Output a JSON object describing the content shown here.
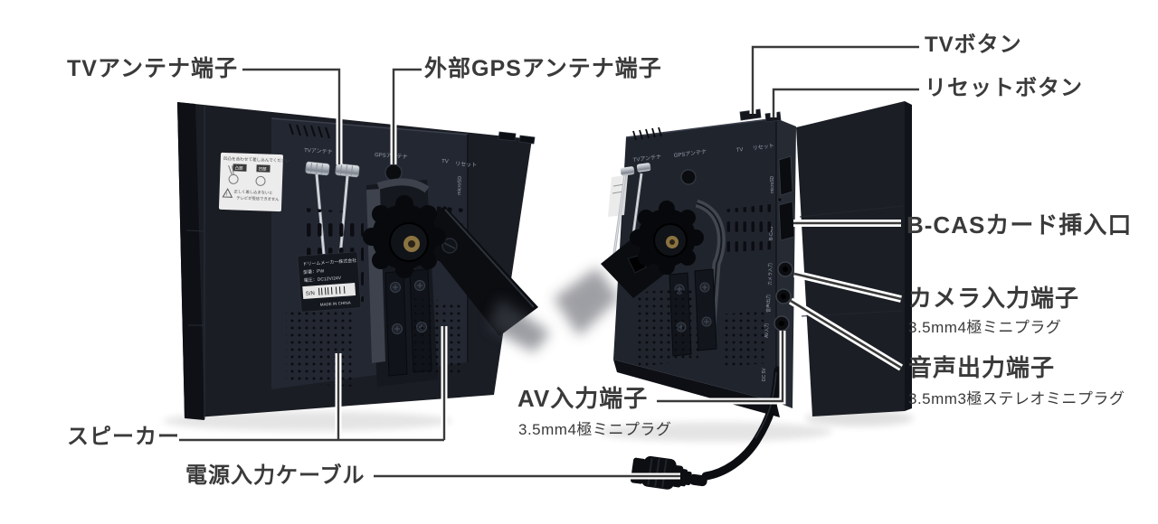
{
  "colors": {
    "label_text": "#3a3a3a",
    "leader_line": "#3a3a3a",
    "leader_casing": "#ffffff",
    "device_body": "#1b1e25",
    "device_panel": "#232731",
    "background": "#ffffff"
  },
  "callouts": {
    "tv_antenna": {
      "label": "TVアンテナ端子"
    },
    "gps_antenna": {
      "label": "外部GPSアンテナ端子"
    },
    "tv_button": {
      "label": "TVボタン"
    },
    "reset_button": {
      "label": "リセットボタン"
    },
    "bcas": {
      "label": "B-CASカード挿入口"
    },
    "camera_input": {
      "label": "カメラ入力端子",
      "sub": "3.5mm4極ミニプラグ"
    },
    "audio_output": {
      "label": "音声出力端子",
      "sub": "3.5mm3極ステレオミニプラグ"
    },
    "av_input": {
      "label": "AV入力端子",
      "sub": "3.5mm4極ミニプラグ"
    },
    "speaker": {
      "label": "スピーカー"
    },
    "power_cable": {
      "label": "電源入力ケーブル"
    }
  },
  "device_markings": {
    "tv_antenna": "TVアンテナ",
    "gps": "GPSアンテナ",
    "tv": "TV",
    "reset": "リセット",
    "microsd": "microSD",
    "bcas": "B-CAS",
    "camera": "カメラ入力",
    "audio": "音声出力",
    "av": "AV入力",
    "dc": "DC 5V"
  },
  "sticker": {
    "line1": "凹凸を合わせて差し込んでください",
    "box1": "凸部",
    "box2": "凹部",
    "warn1": "正しく差し込まないと",
    "warn2": "テレビが受信できません"
  },
  "product_label": {
    "maker": "ドリームメーカー株式会社",
    "model": "型番：PW",
    "power": "電圧：DC12V/24V",
    "sn": "S/N",
    "origin": "MADE IN CHINA"
  }
}
